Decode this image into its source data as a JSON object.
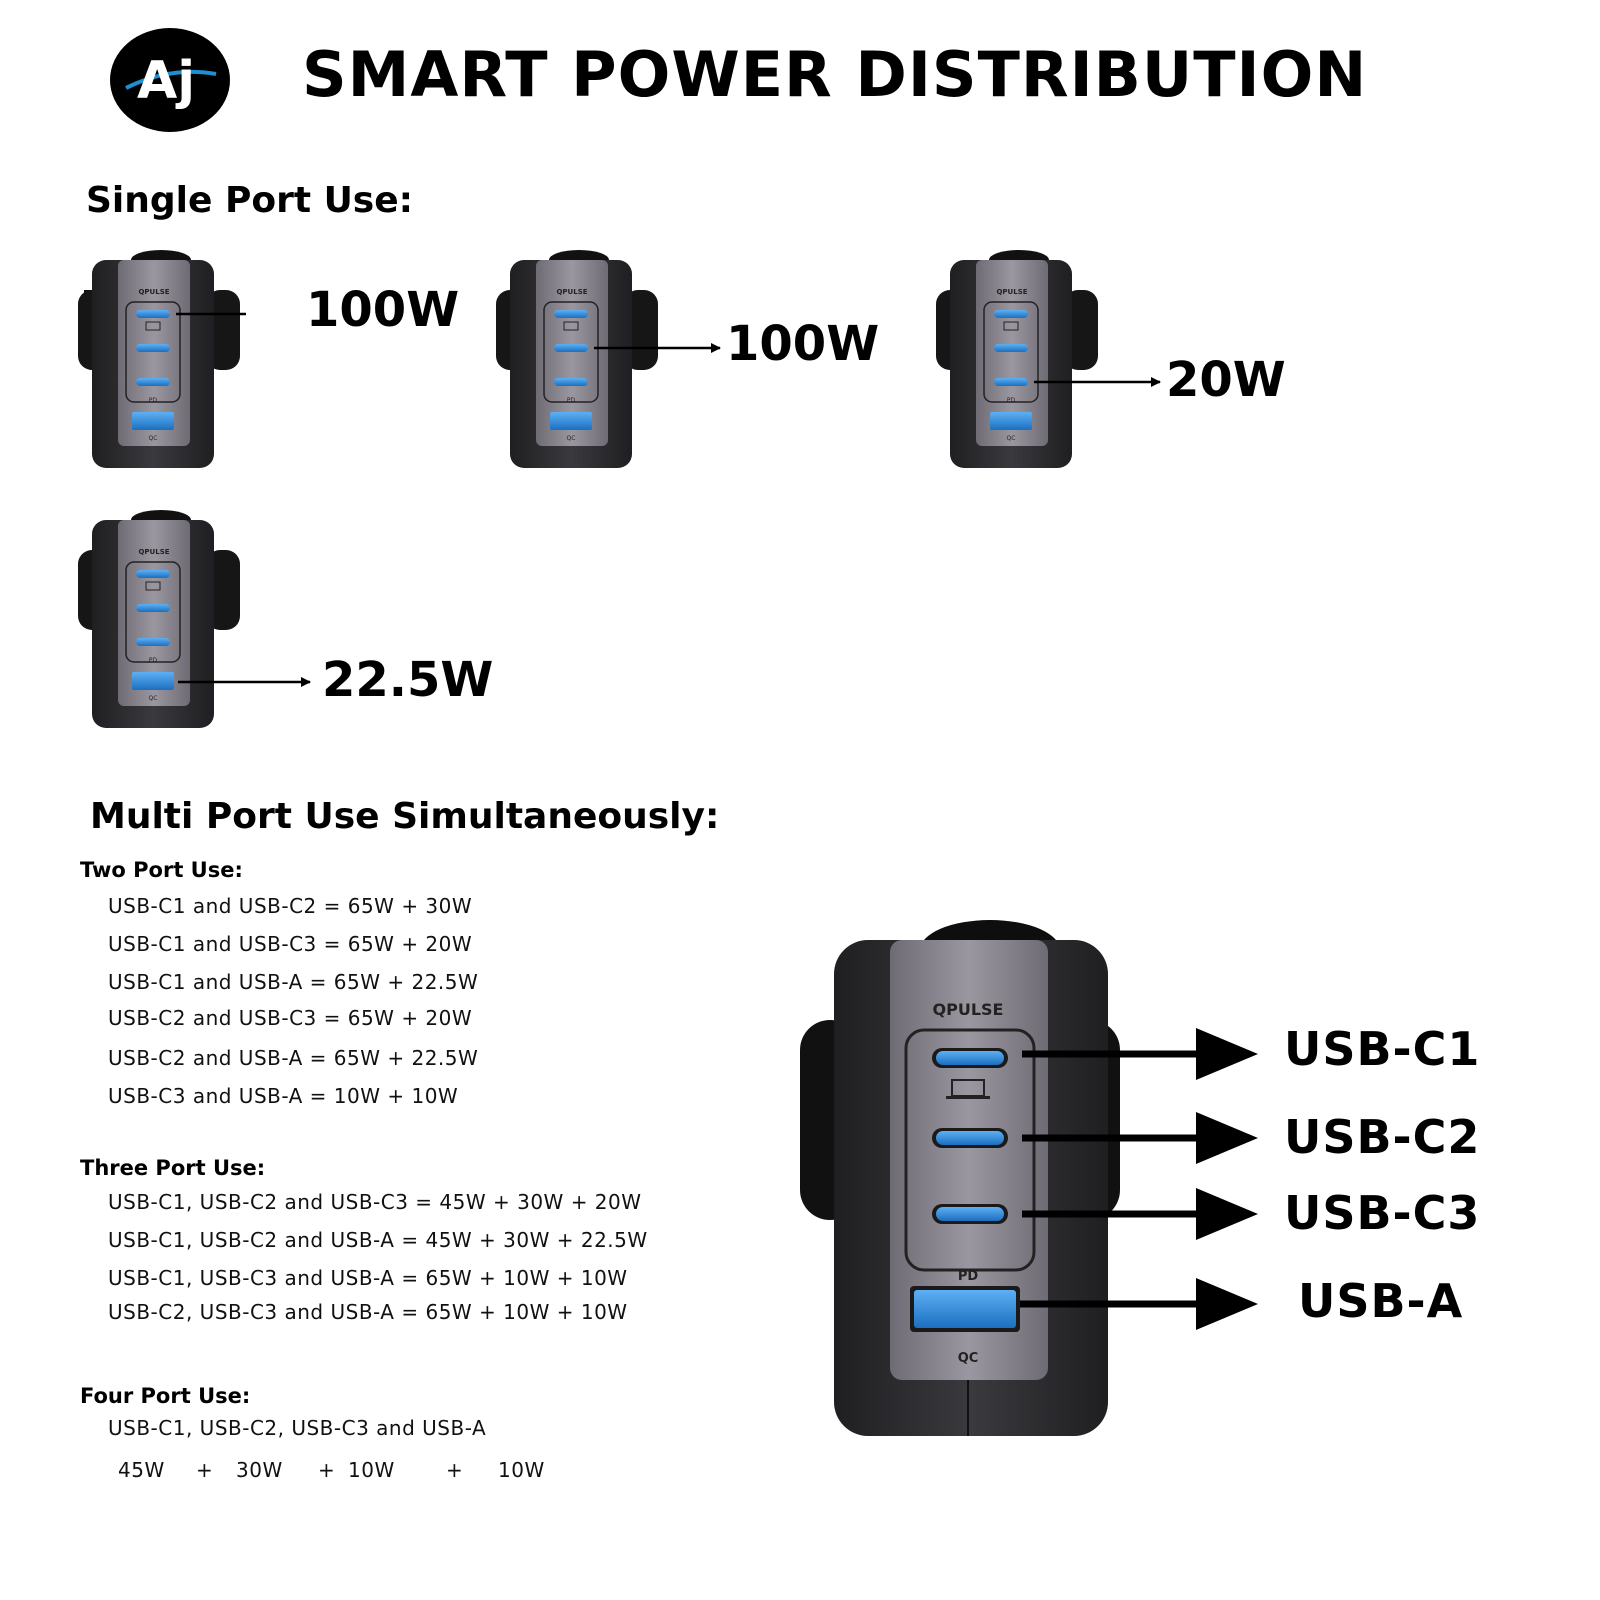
{
  "header": {
    "logo_text": "Aj",
    "title": "SMART POWER DISTRIBUTION"
  },
  "colors": {
    "port_blue": "#2a86d9",
    "panel_gray": "#8c8892",
    "body_dark": "#2c2c30"
  },
  "single_port": {
    "title": "Single Port Use:",
    "items": [
      {
        "port": "USB-C1",
        "watt": "100W"
      },
      {
        "port": "USB-C2",
        "watt": "100W"
      },
      {
        "port": "USB-C3",
        "watt": "20W"
      },
      {
        "port": "USB-A",
        "watt": "22.5W"
      }
    ]
  },
  "charger": {
    "brand": "QPULSE",
    "pd_label": "PD",
    "qc_label": "QC"
  },
  "multi_port": {
    "title": "Multi Port Use Simultaneously:",
    "two_port": {
      "heading": "Two Port Use:",
      "lines": [
        "USB-C1 and USB-C2 = 65W + 30W",
        "USB-C1 and USB-C3 = 65W + 20W",
        "USB-C1 and USB-A = 65W + 22.5W",
        "USB-C2 and USB-C3 = 65W + 20W",
        "USB-C2 and USB-A = 65W + 22.5W",
        "USB-C3 and USB-A = 10W + 10W"
      ]
    },
    "three_port": {
      "heading": "Three Port Use:",
      "lines": [
        "USB-C1, USB-C2 and USB-C3 = 45W + 30W + 20W",
        "USB-C1, USB-C2 and USB-A = 45W + 30W + 22.5W",
        "USB-C1, USB-C3 and USB-A = 65W + 10W + 10W",
        "USB-C2, USB-C3 and USB-A = 65W + 10W + 10W"
      ]
    },
    "four_port": {
      "heading": "Four Port Use:",
      "line": "USB-C1, USB-C2, USB-C3 and USB-A",
      "values": [
        "45W",
        "30W",
        "10W",
        "10W"
      ],
      "plus": "+"
    }
  },
  "port_labels": [
    "USB-C1",
    "USB-C2",
    "USB-C3",
    "USB-A"
  ]
}
